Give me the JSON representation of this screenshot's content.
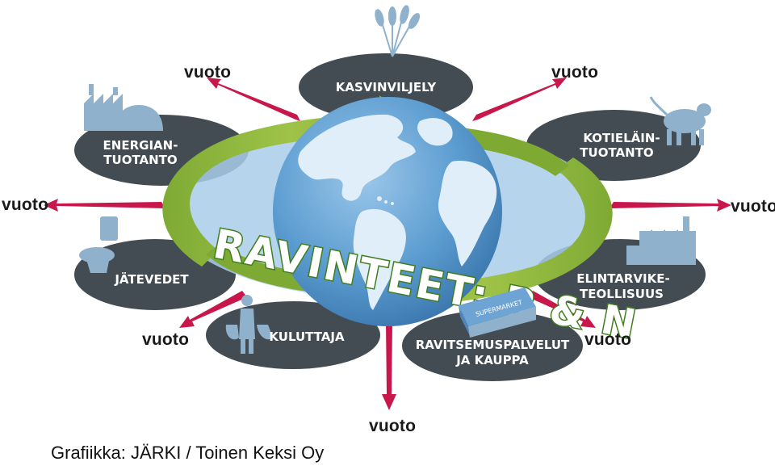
{
  "title": "RAVINTEET: P & N",
  "credit": "Grafiikka: JÄRKI / Toinen Keksi Oy",
  "leak_label": "vuoto",
  "sectors": {
    "kasvinviljely": "KASVINVILJELY",
    "kotielain_1": "KOTIELÄIN-",
    "kotielain_2": "TUOTANTO",
    "elintarvike_1": "ELINTARVIKE-",
    "elintarvike_2": "TEOLLISUUS",
    "ravitsemus_1": "RAVITSEMUSPALVELUT",
    "ravitsemus_2": "JA KAUPPA",
    "kuluttaja": "KULUTTAJA",
    "jatevedet": "JÄTEVEDET",
    "energia_1": "ENERGIAN-",
    "energia_2": "TUOTANTO"
  },
  "store_sign": "SUPERMARKET",
  "colors": {
    "oval": "#434c52",
    "arrow_red": "#c8174b",
    "ring_green": "#8cb43c",
    "ocean": "#5b9cd0",
    "land": "#dfeef8",
    "ring_blue": "#a9cde9"
  }
}
